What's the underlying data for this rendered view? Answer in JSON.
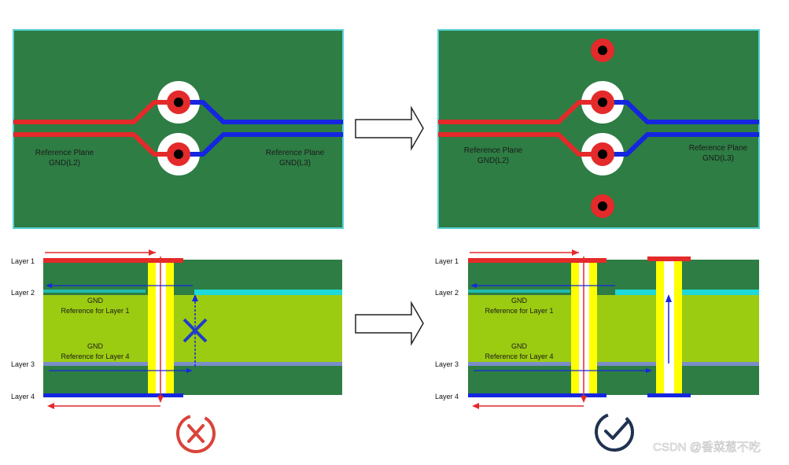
{
  "top_left": {
    "left_label": "Reference Plane",
    "left_sub": "GND(L2)",
    "right_label": "Reference Plane",
    "right_sub": "GND(L3)"
  },
  "top_right": {
    "left_label": "Reference Plane",
    "left_sub": "GND(L2)",
    "right_label": "Reference Plane",
    "right_sub": "GND(L3)"
  },
  "stackup_left": {
    "layers": [
      "Layer 1",
      "Layer 2",
      "Layer 3",
      "Layer 4"
    ],
    "gnd1_title": "GND",
    "gnd1_sub": "Reference for Layer 1",
    "gnd2_title": "GND",
    "gnd2_sub": "Reference for Layer 4",
    "status": "wrong"
  },
  "stackup_right": {
    "layers": [
      "Layer 1",
      "Layer 2",
      "Layer 3",
      "Layer 4"
    ],
    "gnd1_title": "GND",
    "gnd1_sub": "Reference for Layer 1",
    "gnd2_title": "GND",
    "gnd2_sub": "Reference for Layer 4",
    "status": "correct"
  },
  "watermark": "CSDN @香菜葱不吃",
  "colors": {
    "board": "#2e7d44",
    "board_border": "#5ad0d6",
    "trace_red": "#e42a2a",
    "trace_blue": "#1426e0",
    "plane": "#9ccc11",
    "cyan_plane": "#1dd9d9",
    "via_yellow": "#ffff00",
    "wrong_mark": "#d9443a",
    "ok_mark": "#1f3350"
  }
}
